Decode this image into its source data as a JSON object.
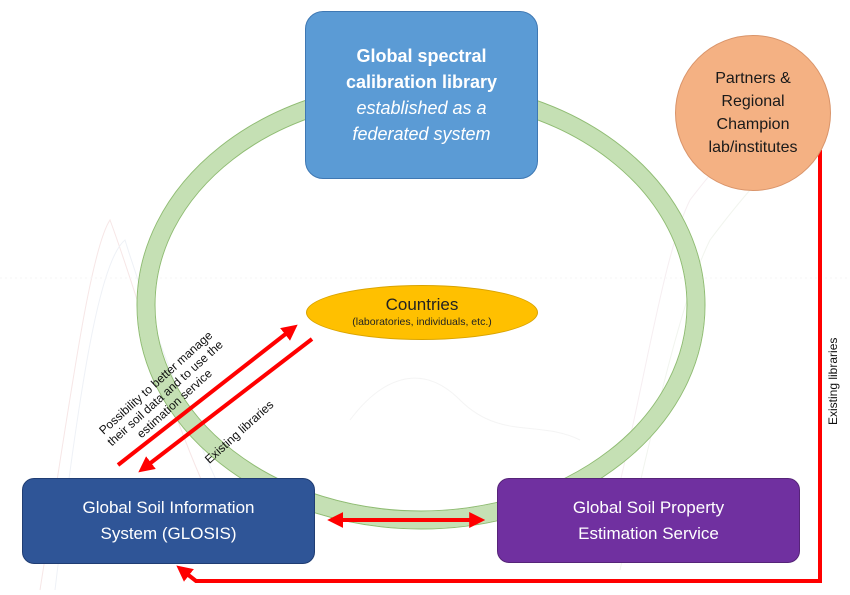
{
  "library_box": {
    "title_line1": "Global spectral",
    "title_line2": "calibration library",
    "subtitle_line1": "established as a",
    "subtitle_line2": "federated system"
  },
  "partners": {
    "line1": "Partners &",
    "line2": "Regional",
    "line3": "Champion",
    "line4": "lab/institutes"
  },
  "countries": {
    "title": "Countries",
    "subtitle": "(laboratories, individuals, etc.)"
  },
  "glosis": {
    "line1": "Global Soil Information",
    "line2": "System (GLOSIS)"
  },
  "estimation": {
    "line1": "Global Soil Property",
    "line2": "Estimation Service"
  },
  "arrow_labels": {
    "possibility_line1": "Possibility to better manage",
    "possibility_line2": "their soil data and to use the",
    "possibility_line3": "estimation service",
    "existing_left": "Existing libraries",
    "existing_right": "Existing libraries"
  },
  "colors": {
    "library": "#5b9bd5",
    "glosis": "#2f5597",
    "estimation": "#7030a0",
    "partners": "#f4b183",
    "countries": "#ffc000",
    "ring": "#c5e0b4",
    "arrows": "#ff0000"
  }
}
